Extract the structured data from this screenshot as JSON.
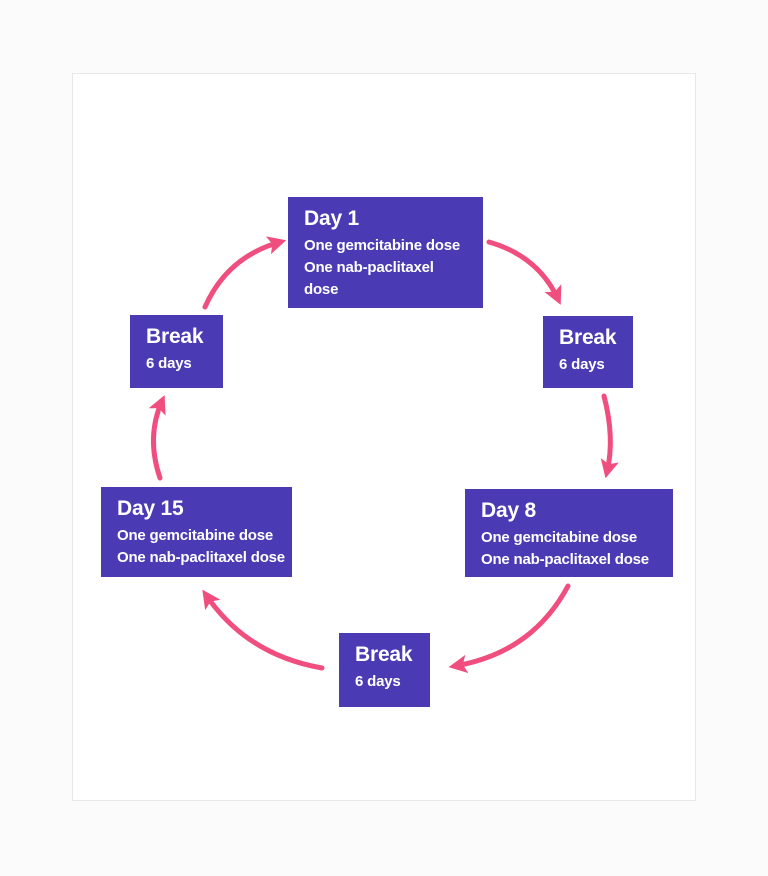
{
  "diagram": {
    "type": "cycle",
    "description": "Treatment cycle diagram",
    "colors": {
      "node_bg": "#4a3bb5",
      "node_text": "#ffffff",
      "arrow": "#ef4e7e",
      "canvas_bg": "#ffffff",
      "frame_border": "#e8e8e8"
    },
    "nodes": [
      {
        "id": "day1",
        "heading": "Day 1",
        "lines": [
          "One gemcitabine dose",
          "One nab-paclitaxel",
          "dose"
        ]
      },
      {
        "id": "break1",
        "heading": "Break",
        "lines": [
          "6 days"
        ]
      },
      {
        "id": "day8",
        "heading": "Day 8",
        "lines": [
          "One gemcitabine dose",
          "One nab-paclitaxel dose"
        ]
      },
      {
        "id": "break2",
        "heading": "Break",
        "lines": [
          "6 days"
        ]
      },
      {
        "id": "day15",
        "heading": "Day 15",
        "lines": [
          "One gemcitabine dose",
          "One nab-paclitaxel dose"
        ]
      },
      {
        "id": "break3",
        "heading": "Break",
        "lines": [
          "6 days"
        ]
      }
    ],
    "edges": [
      {
        "from": "day1",
        "to": "break1"
      },
      {
        "from": "break1",
        "to": "day8"
      },
      {
        "from": "day8",
        "to": "break2"
      },
      {
        "from": "break2",
        "to": "day15"
      },
      {
        "from": "day15",
        "to": "break3"
      },
      {
        "from": "break3",
        "to": "day1"
      }
    ]
  }
}
